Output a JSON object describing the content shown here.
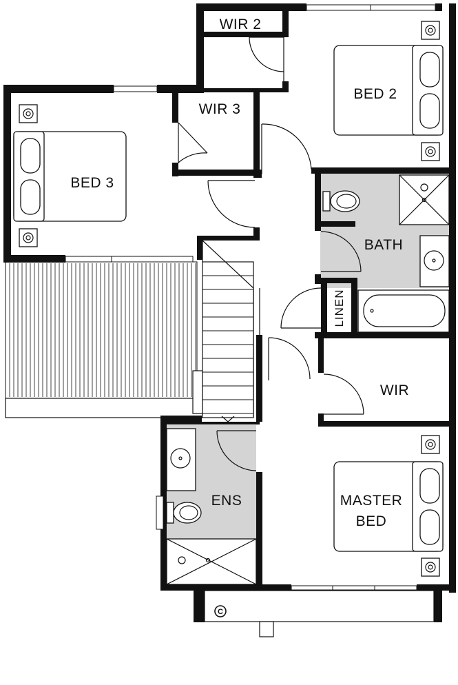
{
  "rooms": {
    "wir2": "WIR 2",
    "wir3": "WIR 3",
    "bed2": "BED 2",
    "bed3": "BED 3",
    "bath": "BATH",
    "linen": "LINEN",
    "wir": "WIR",
    "ens": "ENS",
    "master_line1": "MASTER",
    "master_line2": "BED"
  },
  "copyright_symbol": "C",
  "colors": {
    "wall": "#111111",
    "wet_area": "#d4d4d4",
    "background": "#ffffff"
  }
}
